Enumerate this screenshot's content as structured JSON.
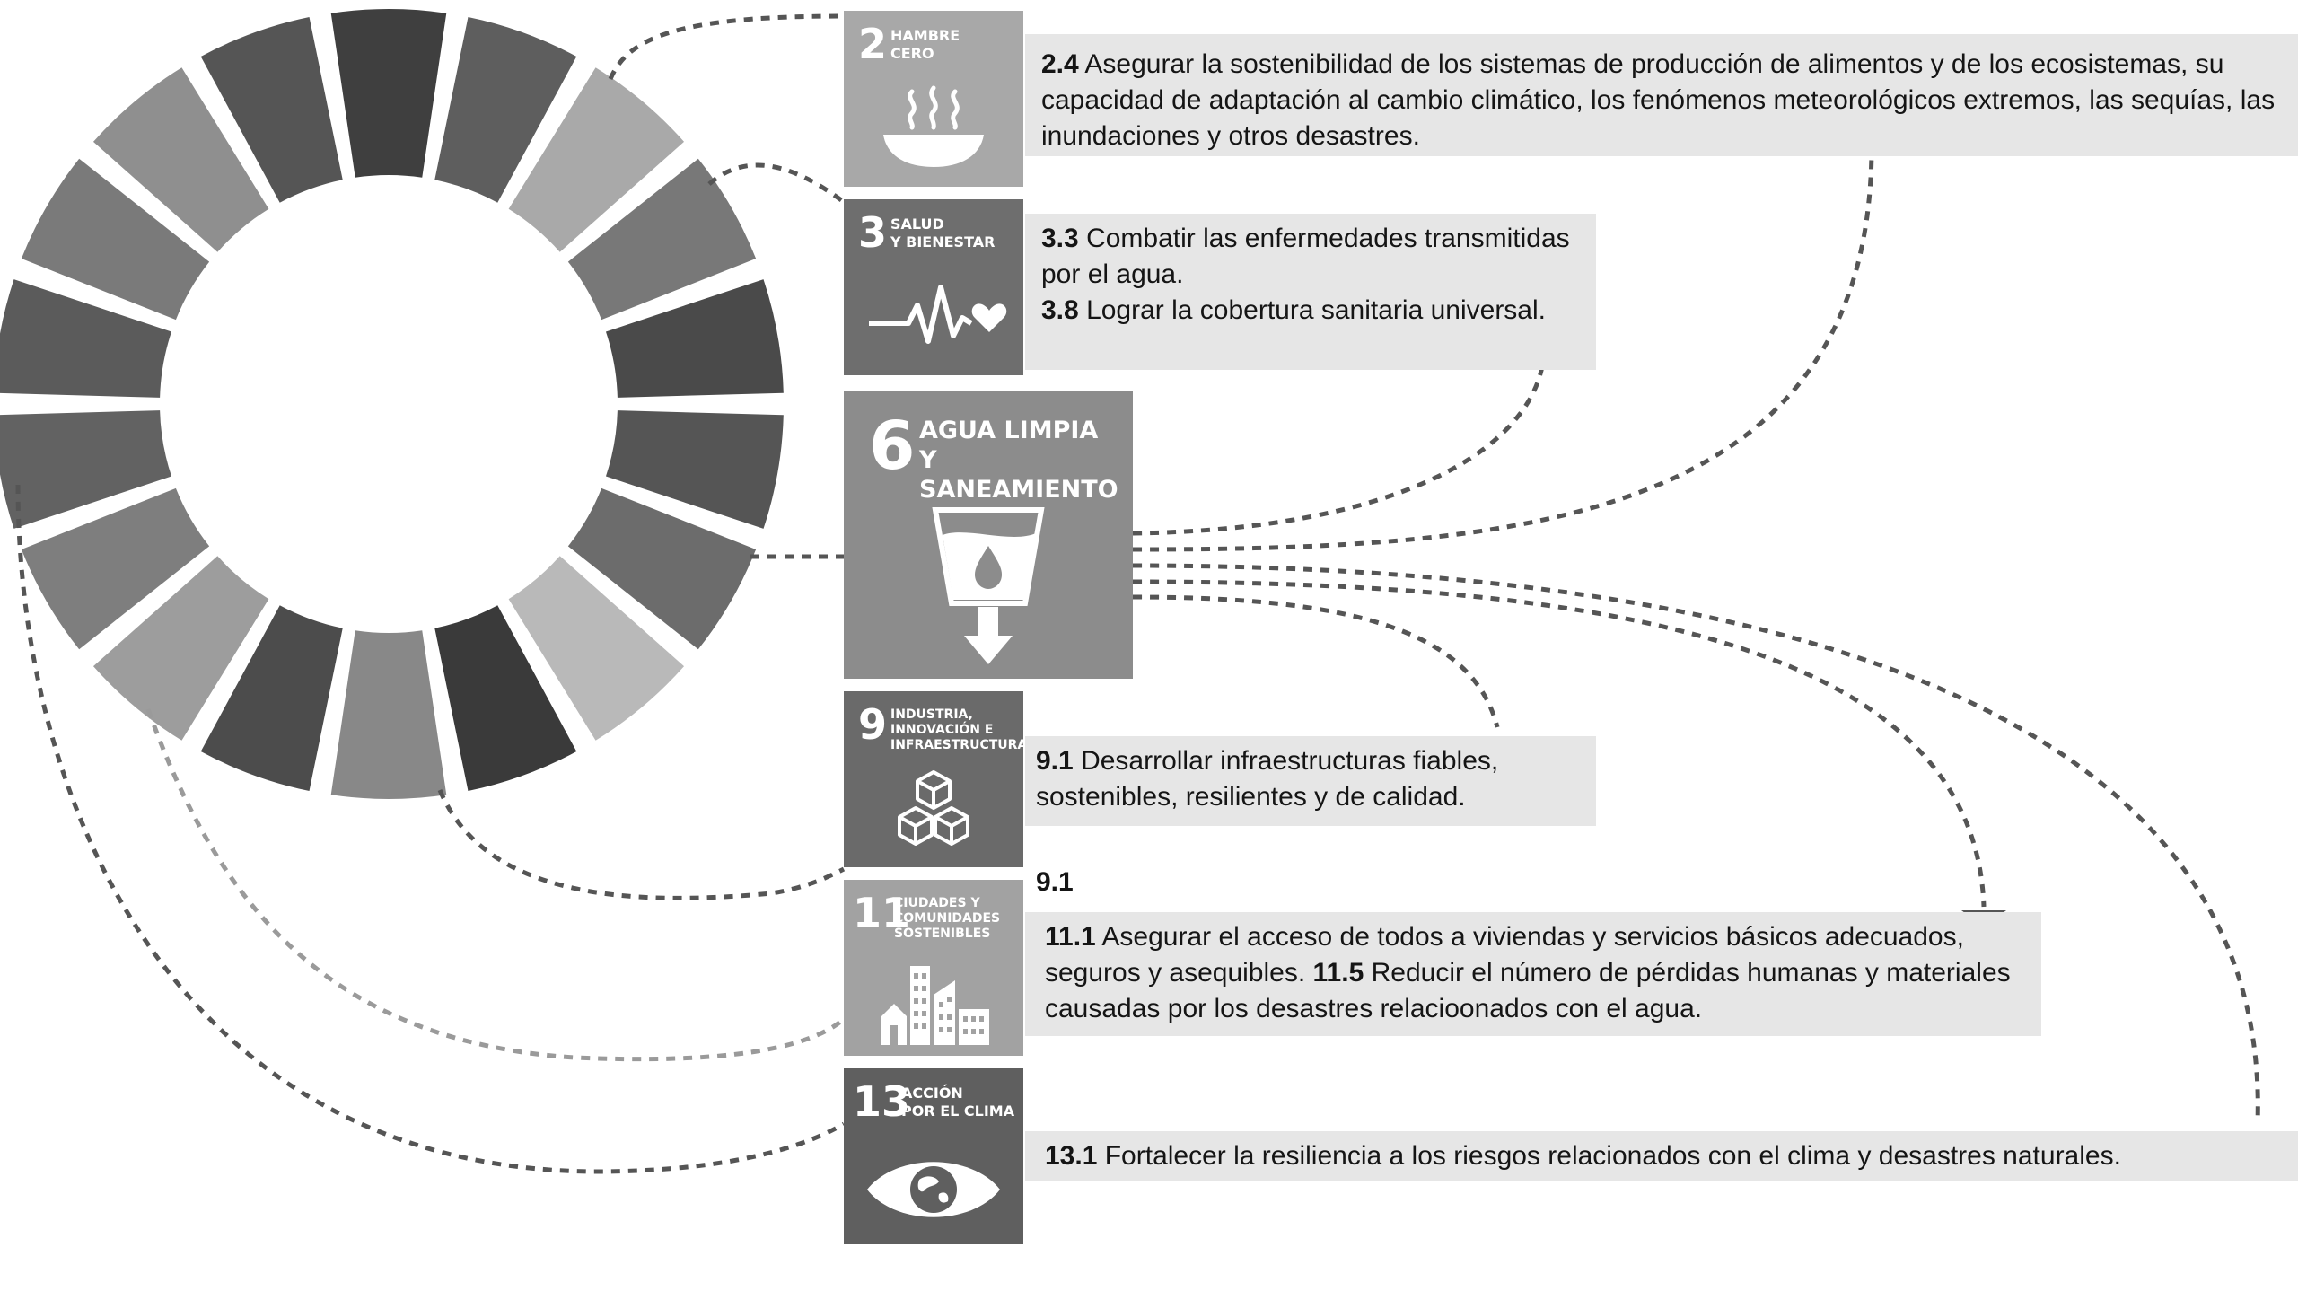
{
  "colors": {
    "background": "#ffffff",
    "panel": "#e6e6e6",
    "connector": "#555555",
    "connector_light": "#9a9a9a",
    "wheel_segments": [
      "#3f3f3f",
      "#5e5e5e",
      "#a9a9a9",
      "#787878",
      "#4a4a4a",
      "#555555",
      "#6c6c6c",
      "#b9b9b9",
      "#3a3a3a",
      "#888888",
      "#4c4c4c",
      "#9d9d9d",
      "#7e7e7e",
      "#626262",
      "#5b5b5b",
      "#7a7a7a",
      "#8f8f8f",
      "#555555"
    ]
  },
  "goals": [
    {
      "number": "2",
      "name": "HAMBRE\nCERO",
      "color": "#a8a8a8",
      "icon": "bowl-icon",
      "targets": [
        {
          "code": "2.4",
          "text": "Asegurar la sostenibilidad de los sistemas de producción de alimentos y de los ecosistemas, su capacidad de adaptación al cambio climático, los fenómenos meteorológicos extremos, las sequías, las inundaciones y otros desastres."
        }
      ]
    },
    {
      "number": "3",
      "name": "SALUD\nY BIENESTAR",
      "color": "#6e6e6e",
      "icon": "heartbeat-icon",
      "targets": [
        {
          "code": "3.3",
          "text": "Combatir las enfermedades transmitidas por el agua."
        },
        {
          "code": "3.8",
          "text": "Lograr la cobertura sanitaria universal."
        }
      ]
    },
    {
      "number": "6",
      "name": "AGUA LIMPIA\nY SANEAMIENTO",
      "color": "#8c8c8c",
      "icon": "water-glass-icon",
      "targets": []
    },
    {
      "number": "9",
      "name": "INDUSTRIA,\nINNOVACIÓN E\nINFRAESTRUCTURA",
      "color": "#6a6a6a",
      "icon": "cubes-icon",
      "targets": [
        {
          "code": "9.1",
          "text": "Desarrollar infraestructuras fiables, sostenibles, resilientes y de calidad."
        }
      ],
      "extra_code": "9.1"
    },
    {
      "number": "11",
      "name": "CIUDADES Y\nCOMUNIDADES\nSOSTENIBLES",
      "color": "#a2a2a2",
      "icon": "city-icon",
      "targets": [
        {
          "code": "11.1",
          "text": "Asegurar el acceso de todos a viviendas y servicios básicos adecuados, seguros y asequibles."
        },
        {
          "code": "11.5",
          "text": "Reducir el número de pérdidas humanas y materiales causadas por los desastres relacioonados con el agua."
        }
      ]
    },
    {
      "number": "13",
      "name": "ACCIÓN\nPOR EL CLIMA",
      "color": "#5f5f5f",
      "icon": "eye-globe-icon",
      "targets": [
        {
          "code": "13.1",
          "text": "Fortalecer la resiliencia a los riesgos relacionados con el clima y desastres naturales."
        }
      ]
    }
  ]
}
